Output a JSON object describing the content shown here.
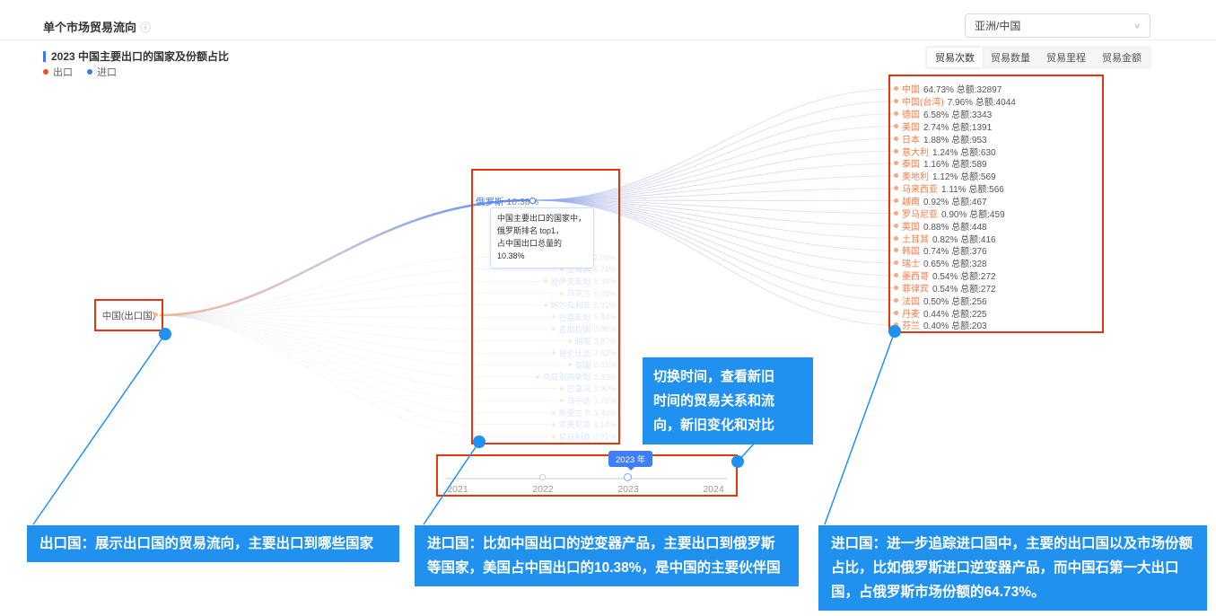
{
  "header": {
    "title": "单个市场贸易流向",
    "info_icon": "ⓘ",
    "market_select": {
      "value": "亚洲/中国",
      "chevron": "∨"
    }
  },
  "subheader": {
    "chart_title": "2023 中国主要出口的国家及份额占比",
    "tabs": [
      {
        "label": "贸易次数",
        "active": true
      },
      {
        "label": "贸易数量",
        "active": false
      },
      {
        "label": "贸易里程",
        "active": false
      },
      {
        "label": "贸易金额",
        "active": false
      }
    ]
  },
  "legend": [
    {
      "label": "出口",
      "color": "#f4511e"
    },
    {
      "label": "进口",
      "color": "#3d76f5"
    }
  ],
  "colors": {
    "highlight_frame": "#e8350e",
    "callout_blue": "#2191f0",
    "export_orange": "#fa7a45",
    "import_blue": "#4e7cf0"
  },
  "exporter_node": {
    "label": "中国(出口国)"
  },
  "importer_node": {
    "name": "俄罗斯",
    "percent": "10.38%"
  },
  "flow_tooltip": {
    "lines": [
      "中国主要出口的国家中，",
      "俄罗斯排名 top1，",
      "占中国出口总量的10.38%"
    ]
  },
  "faded_importers": [
    {
      "name": "美国",
      "percent": "7.09%"
    },
    {
      "name": "土耳其",
      "percent": "6.76%"
    },
    {
      "name": "哈萨克斯坦",
      "percent": "6.34%"
    },
    {
      "name": "乌克兰",
      "percent": "5.99%"
    },
    {
      "name": "阿尔及利亚",
      "percent": "5.91%"
    },
    {
      "name": "巴基斯坦",
      "percent": "5.84%"
    },
    {
      "name": "孟加拉国",
      "percent": "3.98%"
    },
    {
      "name": "越南",
      "percent": "3.87%"
    },
    {
      "name": "哥伦比亚",
      "percent": "3.62%"
    },
    {
      "name": "泰国",
      "percent": "2.81%"
    },
    {
      "name": "乌兹别克斯坦",
      "percent": "2.33%"
    },
    {
      "name": "巴拿马",
      "percent": "1.90%"
    },
    {
      "name": "乌干达",
      "percent": "1.76%"
    },
    {
      "name": "斯里兰卡",
      "percent": "1.44%"
    },
    {
      "name": "亚美尼亚",
      "percent": "1.14%"
    },
    {
      "name": "尼日利亚",
      "percent": "0.91%"
    }
  ],
  "total_label": "总额",
  "supplier_list": [
    {
      "name": "中国",
      "percent": "64.73%",
      "total": "32897"
    },
    {
      "name": "中国(台湾)",
      "percent": "7.96%",
      "total": "4044"
    },
    {
      "name": "德国",
      "percent": "6.58%",
      "total": "3343"
    },
    {
      "name": "美国",
      "percent": "2.74%",
      "total": "1391"
    },
    {
      "name": "日本",
      "percent": "1.88%",
      "total": "953"
    },
    {
      "name": "意大利",
      "percent": "1.24%",
      "total": "630"
    },
    {
      "name": "泰国",
      "percent": "1.16%",
      "total": "589"
    },
    {
      "name": "奥地利",
      "percent": "1.12%",
      "total": "569"
    },
    {
      "name": "马来西亚",
      "percent": "1.11%",
      "total": "566"
    },
    {
      "name": "越南",
      "percent": "0.92%",
      "total": "467"
    },
    {
      "name": "罗马尼亚",
      "percent": "0.90%",
      "total": "459"
    },
    {
      "name": "英国",
      "percent": "0.88%",
      "total": "448"
    },
    {
      "name": "土耳其",
      "percent": "0.82%",
      "total": "416"
    },
    {
      "name": "韩国",
      "percent": "0.74%",
      "total": "376"
    },
    {
      "name": "瑞士",
      "percent": "0.65%",
      "total": "328"
    },
    {
      "name": "墨西哥",
      "percent": "0.54%",
      "total": "272"
    },
    {
      "name": "菲律宾",
      "percent": "0.54%",
      "total": "272"
    },
    {
      "name": "法国",
      "percent": "0.50%",
      "total": "256"
    },
    {
      "name": "丹麦",
      "percent": "0.44%",
      "total": "225"
    },
    {
      "name": "芬兰",
      "percent": "0.40%",
      "total": "203"
    }
  ],
  "timeline": {
    "years": [
      "2021",
      "2022",
      "2023",
      "2024"
    ],
    "selected_year": "2023",
    "tooltip": "2023 年"
  },
  "callouts": {
    "exporter": "出口国：展示出口国的贸易流向，主要出口到哪些国家",
    "importer": "进口国：比如中国出口的逆变器产品，主要出口到俄罗斯等国家，美国占中国出口的10.38%，是中国的主要伙伴国",
    "trace": "进口国：进一步追踪进口国中，主要的出口国以及市场份额占比，比如俄罗斯进口逆变器产品，而中国石第一大出口国，占俄罗斯市场份额的64.73%。",
    "time_switch_lines": [
      "切换时间，查看新旧",
      "时间的贸易关系和流",
      "向，新旧变化和对比"
    ]
  }
}
